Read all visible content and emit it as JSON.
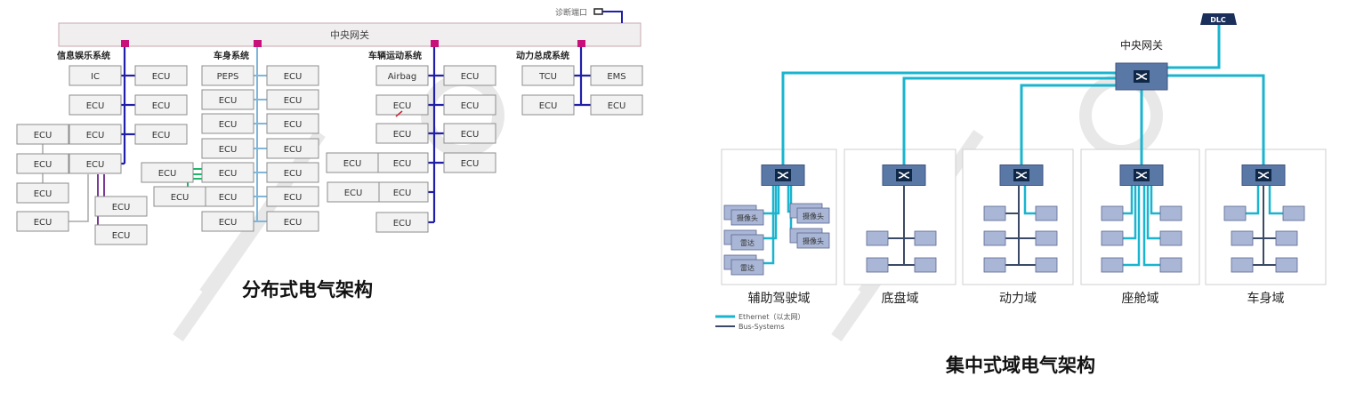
{
  "left_diagram": {
    "title": "分布式电气架构",
    "gateway_label": "中央网关",
    "diag_port_label": "诊断端口",
    "colors": {
      "gateway_fill": "#f0eeee",
      "gateway_stroke": "#c8a8b0",
      "connector": "#c8107a",
      "can_bus": "#1f1fa8",
      "lin_bus": "#7fb6da",
      "purple_bus": "#7a3a96",
      "green_bus": "#1fb56a",
      "gray_link": "#a8a8a8",
      "box_fill": "#f2f2f2",
      "box_stroke": "#8c8c8c"
    },
    "systems": [
      {
        "name": "信息娱乐系统"
      },
      {
        "name": "车身系统"
      },
      {
        "name": "车辆运动系统"
      },
      {
        "name": "动力总成系统"
      }
    ],
    "boxes": {
      "info": {
        "left": [
          "IC",
          "ECU",
          "ECU",
          "ECU"
        ],
        "right": [
          "ECU",
          "ECU",
          "ECU"
        ],
        "sub_left": [
          "ECU",
          "ECU",
          "ECU",
          "ECU"
        ],
        "sub_right": [
          "ECU",
          "ECU"
        ]
      },
      "body": {
        "left": [
          "PEPS",
          "ECU",
          "ECU",
          "ECU",
          "ECU",
          "ECU",
          "ECU"
        ],
        "right": [
          "ECU",
          "ECU",
          "ECU",
          "ECU",
          "ECU",
          "ECU",
          "ECU"
        ],
        "sub": [
          "ECU",
          "ECU"
        ]
      },
      "motion": {
        "left": [
          "Airbag",
          "ECU",
          "ECU",
          "ECU",
          "ECU",
          "ECU"
        ],
        "right": [
          "ECU",
          "ECU",
          "ECU",
          "ECU"
        ],
        "sub": [
          "ECU",
          "ECU"
        ]
      },
      "power": {
        "left": [
          "TCU",
          "ECU"
        ],
        "right": [
          "EMS",
          "ECU"
        ]
      }
    }
  },
  "right_diagram": {
    "title": "集中式域电气架构",
    "gateway_label": "中央网关",
    "dlc_label": "DLC",
    "colors": {
      "ethernet": "#1ab4cf",
      "bus": "#3a4a66",
      "switch_fill": "#5a78a6",
      "switch_inner": "#102848",
      "node_fill": "#a9b6d6",
      "node_stroke": "#5b6890",
      "domain_stroke": "#cfcfcf",
      "dlc_fill": "#1a2f5a"
    },
    "domains": [
      {
        "name": "辅助驾驶域",
        "nodes": [
          "摄像头",
          "雷达",
          "雷达",
          "摄像头",
          "摄像头"
        ]
      },
      {
        "name": "底盘域"
      },
      {
        "name": "动力域"
      },
      {
        "name": "座舱域"
      },
      {
        "name": "车身域"
      }
    ],
    "legend": [
      {
        "label": "Ethernet（以太网）",
        "kind": "ethernet"
      },
      {
        "label": "Bus-Systems",
        "kind": "bus"
      }
    ]
  }
}
